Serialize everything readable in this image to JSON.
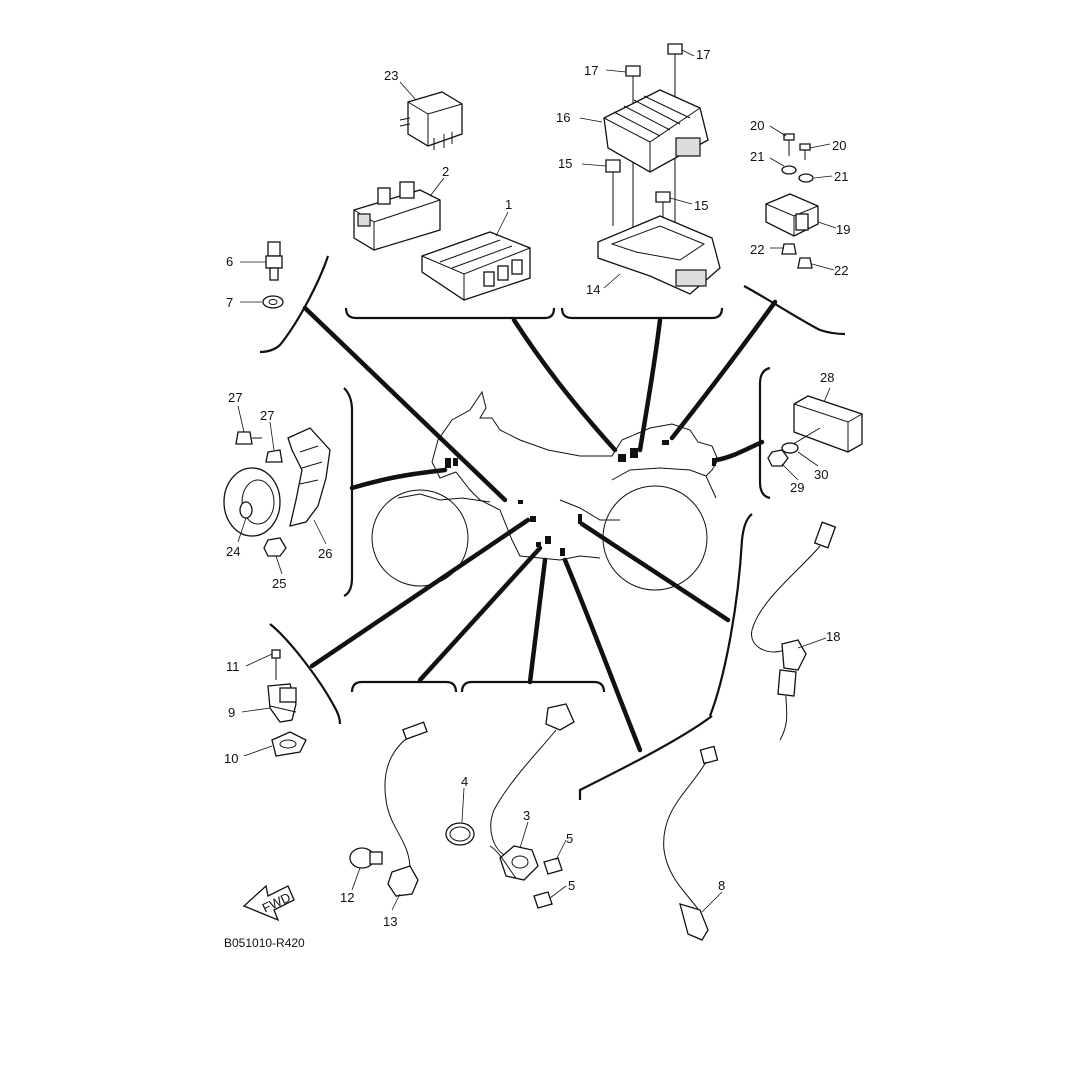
{
  "diagram": {
    "code": "B051010-R420",
    "fwd_label": "FWD"
  },
  "callouts": [
    {
      "id": "1",
      "text": "1"
    },
    {
      "id": "2",
      "text": "2"
    },
    {
      "id": "3",
      "text": "3"
    },
    {
      "id": "4",
      "text": "4"
    },
    {
      "id": "5a",
      "text": "5"
    },
    {
      "id": "5b",
      "text": "5"
    },
    {
      "id": "6",
      "text": "6"
    },
    {
      "id": "7",
      "text": "7"
    },
    {
      "id": "8",
      "text": "8"
    },
    {
      "id": "9",
      "text": "9"
    },
    {
      "id": "10",
      "text": "10"
    },
    {
      "id": "11",
      "text": "11"
    },
    {
      "id": "12",
      "text": "12"
    },
    {
      "id": "13",
      "text": "13"
    },
    {
      "id": "14",
      "text": "14"
    },
    {
      "id": "15a",
      "text": "15"
    },
    {
      "id": "15b",
      "text": "15"
    },
    {
      "id": "16",
      "text": "16"
    },
    {
      "id": "17a",
      "text": "17"
    },
    {
      "id": "17b",
      "text": "17"
    },
    {
      "id": "18",
      "text": "18"
    },
    {
      "id": "19",
      "text": "19"
    },
    {
      "id": "20a",
      "text": "20"
    },
    {
      "id": "20b",
      "text": "20"
    },
    {
      "id": "21a",
      "text": "21"
    },
    {
      "id": "21b",
      "text": "21"
    },
    {
      "id": "22a",
      "text": "22"
    },
    {
      "id": "22b",
      "text": "22"
    },
    {
      "id": "23",
      "text": "23"
    },
    {
      "id": "24",
      "text": "24"
    },
    {
      "id": "25",
      "text": "25"
    },
    {
      "id": "26",
      "text": "26"
    },
    {
      "id": "27a",
      "text": "27"
    },
    {
      "id": "27b",
      "text": "27"
    },
    {
      "id": "28",
      "text": "28"
    },
    {
      "id": "29",
      "text": "29"
    },
    {
      "id": "30",
      "text": "30"
    }
  ]
}
